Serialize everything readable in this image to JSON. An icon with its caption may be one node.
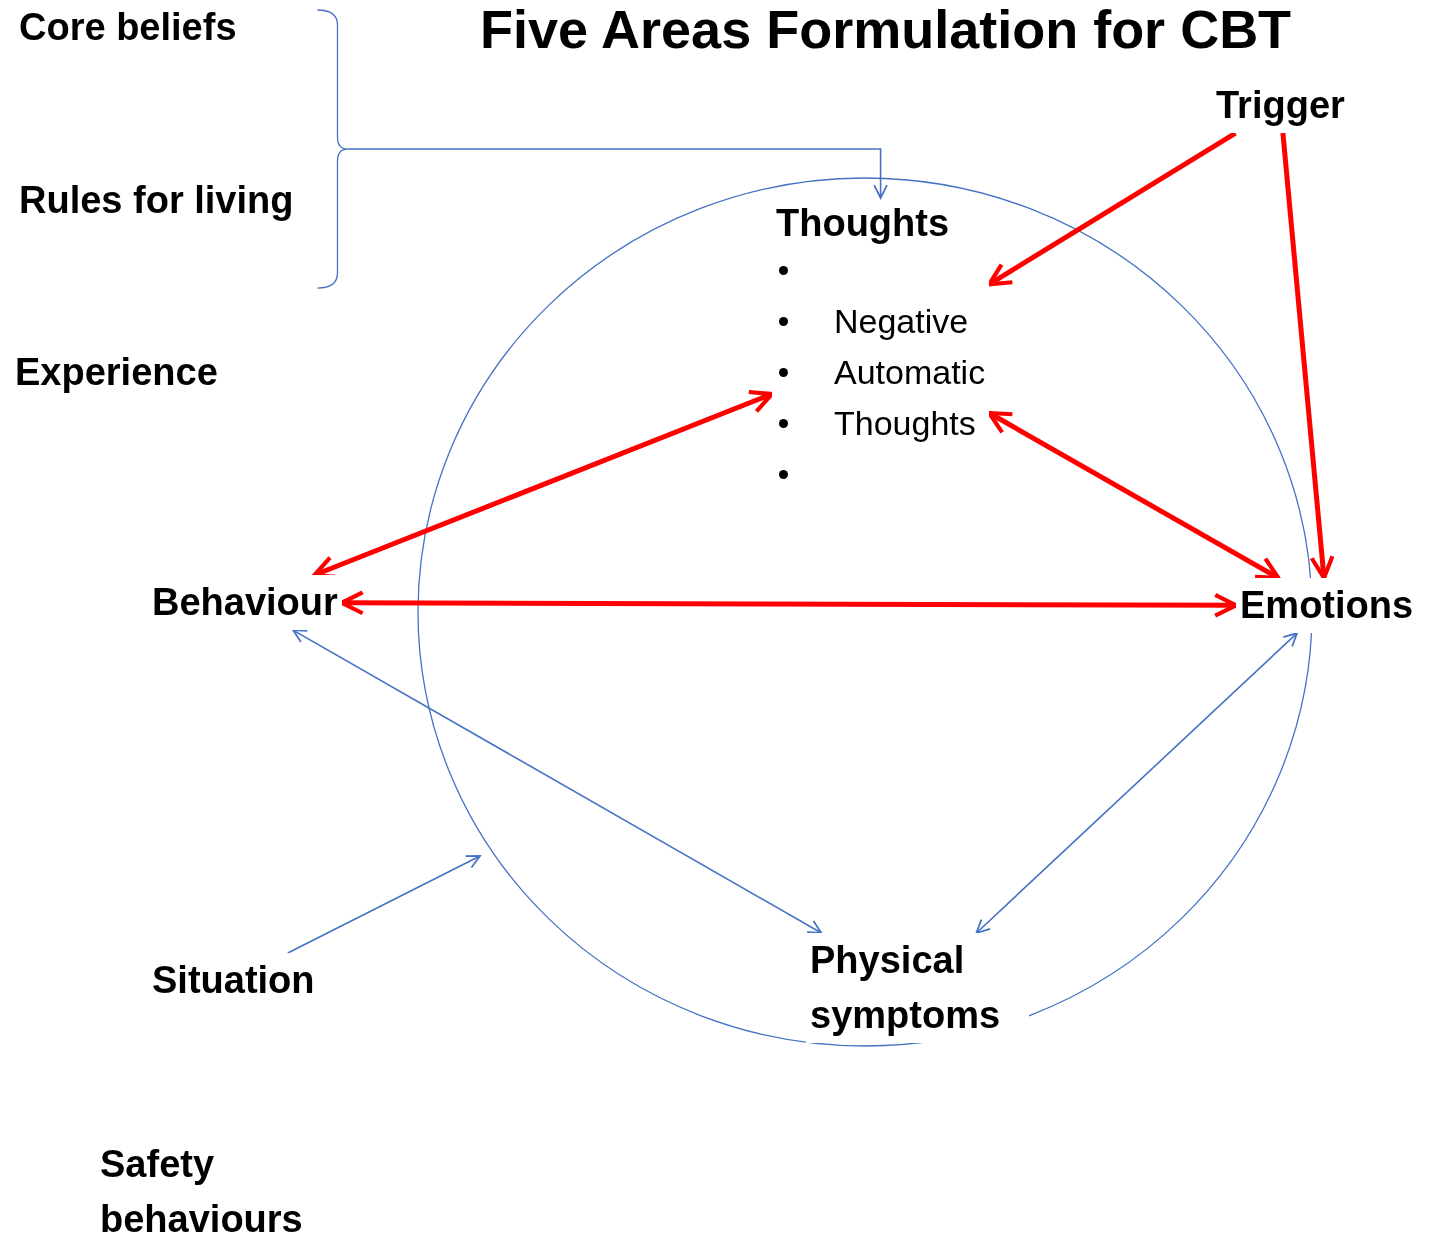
{
  "diagram": {
    "title": "Five Areas Formulation for CBT",
    "nodes": [
      {
        "text": [
          "Core beliefs"
        ]
      },
      {
        "text": [
          "Rules for living"
        ]
      },
      {
        "text": [
          "Trigger"
        ]
      },
      {
        "text": [
          "Thoughts",
          "Negative",
          "Automatic",
          "Thoughts"
        ]
      },
      {
        "text": [
          "Behaviour"
        ]
      },
      {
        "text": [
          "Emotions"
        ]
      },
      {
        "text": [
          "Situation"
        ]
      },
      {
        "text": [
          "Physical symptoms"
        ]
      }
    ],
    "edges": [
      {
        "from": 0,
        "to": 3,
        "arrow": "to",
        "color": "#4472c4"
      },
      {
        "from": 1,
        "to": 3,
        "arrow": "to",
        "color": "#4472c4"
      },
      {
        "from": 2,
        "to": 3,
        "arrow": "to",
        "style": "thick",
        "color": "#ff0000"
      },
      {
        "from": 2,
        "to": 5,
        "arrow": "to",
        "style": "thick",
        "color": "#ff0000"
      },
      {
        "from": 3,
        "to": 4,
        "arrow": "both",
        "style": "thick",
        "color": "#ff0000"
      },
      {
        "from": 3,
        "to": 5,
        "arrow": "both",
        "style": "thick",
        "color": "#ff0000"
      },
      {
        "from": 4,
        "to": 5,
        "arrow": "both",
        "style": "thick",
        "color": "#ff0000"
      },
      {
        "from": 4,
        "to": 7,
        "arrow": "both",
        "color": "#4472c4"
      },
      {
        "from": 5,
        "to": 7,
        "arrow": "both",
        "color": "#4472c4"
      },
      {
        "from": 6,
        "to": null,
        "arrow": "to",
        "color": "#4472c4"
      }
    ],
    "labels": [
      "Experience",
      "Safety behaviours"
    ]
  }
}
